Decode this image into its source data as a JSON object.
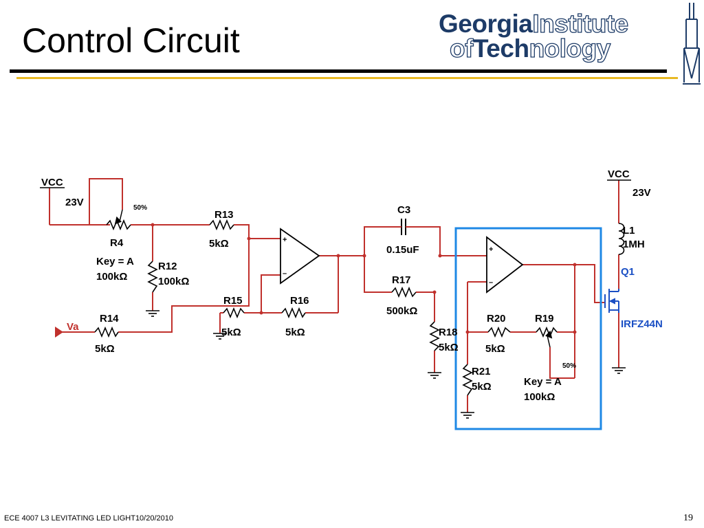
{
  "slide": {
    "title": "Control Circuit",
    "footer": "ECE 4007 L3  LEVITATING LED LIGHT10/20/2010",
    "page_number": "19"
  },
  "logo": {
    "row1_bold": "Georgia",
    "row1_outline": "Institute",
    "row2_outline_a": "of",
    "row2_bold": "Tech",
    "row2_outline_b": "nology"
  },
  "colors": {
    "wire": "#c0302c",
    "text": "#000000",
    "highlight_box": "#1e88e5",
    "mosfet": "#1a4fc4",
    "navy": "#1d3b67",
    "gold": "#e8b923"
  },
  "circuit": {
    "vcc_left": "VCC",
    "v23_left": "23V",
    "r4_pct": "50%",
    "r4_name": "R4",
    "r4_key": "Key = A",
    "r4_val": "100kΩ",
    "r12_name": "R12",
    "r12_val": "100kΩ",
    "r13_name": "R13",
    "r13_val": "5kΩ",
    "va": "Va",
    "r14_name": "R14",
    "r14_val": "5kΩ",
    "r15_name": "R15",
    "r15_val": "5kΩ",
    "r16_name": "R16",
    "r16_val": "5kΩ",
    "op_plus": "+",
    "op_minus": "–",
    "c3_name": "C3",
    "c3_val": "0.15uF",
    "r17_name": "R17",
    "r17_val": "500kΩ",
    "r18_name": "R18",
    "r18_val": "5kΩ",
    "r20_name": "R20",
    "r20_val": "5kΩ",
    "r19_name": "R19",
    "r19_pct": "50%",
    "r19_key": "Key = A",
    "r19_val": "100kΩ",
    "r21_name": "R21",
    "r21_val": "5kΩ",
    "vcc_right": "VCC",
    "v23_right": "23V",
    "l1_name": "L1",
    "l1_val": "1MH",
    "q1_name": "Q1",
    "q1_part": "IRFZ44N"
  }
}
